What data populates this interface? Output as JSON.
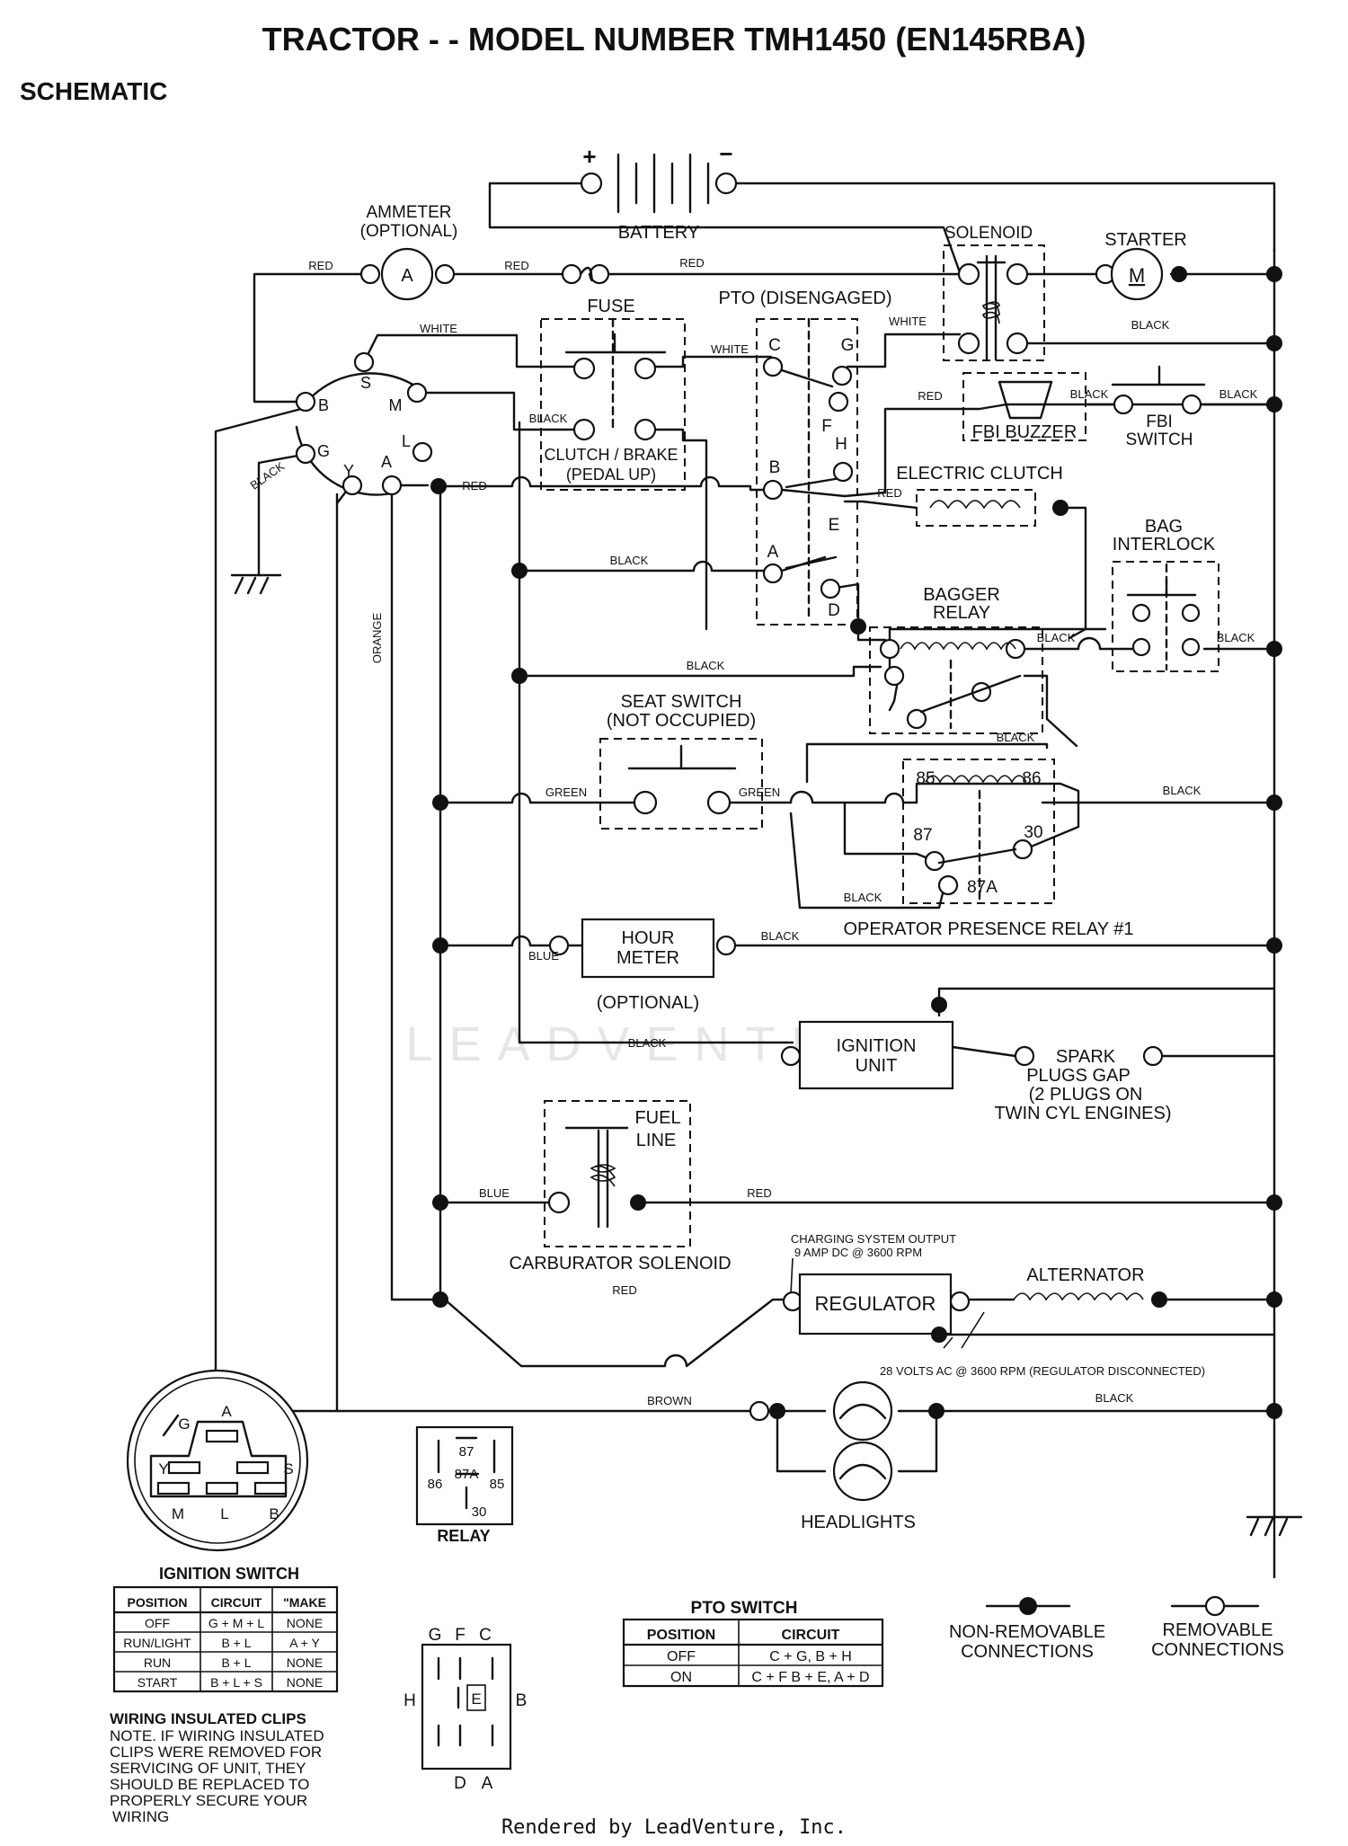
{
  "title": "TRACTOR - - MODEL NUMBER TMH1450 (EN145RBA)",
  "section": "SCHEMATIC",
  "footer": "Rendered by LeadVenture, Inc.",
  "watermark": "LEADVENTURE",
  "components": {
    "battery": "BATTERY",
    "battery_plus": "+",
    "battery_minus": "−",
    "ammeter": "AMMETER",
    "ammeter_optional": "(OPTIONAL)",
    "ammeter_symbol": "A",
    "solenoid": "SOLENOID",
    "starter": "STARTER",
    "starter_symbol": "M",
    "fuse": "FUSE",
    "pto": "PTO (DISENGAGED)",
    "clutch_brake": "CLUTCH / BRAKE",
    "pedal_up": "(PEDAL UP)",
    "fbi_buzzer": "FBI BUZZER",
    "fbi_switch_1": "FBI",
    "fbi_switch_2": "SWITCH",
    "electric_clutch": "ELECTRIC CLUTCH",
    "bag_interlock_1": "BAG",
    "bag_interlock_2": "INTERLOCK",
    "bagger_relay_1": "BAGGER",
    "bagger_relay_2": "RELAY",
    "seat_switch_1": "SEAT SWITCH",
    "seat_switch_2": "(NOT OCCUPIED)",
    "opr": "OPERATOR PRESENCE RELAY #1",
    "hour_meter_1": "HOUR",
    "hour_meter_2": "METER",
    "hour_meter_opt": "(OPTIONAL)",
    "ignition_unit_1": "IGNITION",
    "ignition_unit_2": "UNIT",
    "spark_1": "SPARK",
    "spark_2": "PLUGS GAP",
    "spark_3": "(2 PLUGS ON",
    "spark_4": "TWIN CYL  ENGINES)",
    "fuel_line_1": "FUEL",
    "fuel_line_2": "LINE",
    "carb_solenoid": "CARBURATOR SOLENOID",
    "charging_1": "CHARGING SYSTEM OUTPUT",
    "charging_2": "9 AMP DC @ 3600 RPM",
    "regulator": "REGULATOR",
    "alternator": "ALTERNATOR",
    "volts_ac": "28 VOLTS AC @ 3600 RPM (REGULATOR DISCONNECTED)",
    "headlights": "HEADLIGHTS",
    "relay": "RELAY",
    "ignition_switch": "IGNITION SWITCH",
    "pto_switch": "PTO SWITCH",
    "non_removable_1": "NON-REMOVABLE",
    "non_removable_2": "CONNECTIONS",
    "removable_1": "REMOVABLE",
    "removable_2": "CONNECTIONS"
  },
  "terminals": {
    "ign_S": "S",
    "ign_M": "M",
    "ign_B": "B",
    "ign_G": "G",
    "ign_Y": "Y",
    "ign_A": "A",
    "ign_L": "L",
    "pto_C": "C",
    "pto_G": "G",
    "pto_F": "F",
    "pto_H": "H",
    "pto_B": "B",
    "pto_E": "E",
    "pto_A": "A",
    "pto_D": "D",
    "r85": "85",
    "r86": "86",
    "r87": "87",
    "r30": "30",
    "r87A": "87A"
  },
  "wire_labels": {
    "red": "RED",
    "white": "WHITE",
    "black": "BLACK",
    "green": "GREEN",
    "blue": "BLUE",
    "orange": "ORANGE",
    "brown": "BROWN"
  },
  "ign_switch_face": {
    "A": "A",
    "G": "G",
    "Y": "Y",
    "S": "S",
    "M": "M",
    "L": "L",
    "B": "B"
  },
  "relay_face": {
    "t87": "87",
    "t87A": "87A",
    "t86": "86",
    "t85": "85",
    "t30": "30"
  },
  "pto_face": {
    "G": "G",
    "F": "F",
    "C": "C",
    "H": "H",
    "E": "E",
    "B": "B",
    "D": "D",
    "A": "A"
  },
  "ignition_table": {
    "headers": [
      "POSITION",
      "CIRCUIT",
      "\"MAKE"
    ],
    "rows": [
      [
        "OFF",
        "G + M + L",
        "NONE"
      ],
      [
        "RUN/LIGHT",
        "B + L",
        "A + Y"
      ],
      [
        "RUN",
        "B + L",
        "NONE"
      ],
      [
        "START",
        "B + L + S",
        "NONE"
      ]
    ]
  },
  "pto_table": {
    "headers": [
      "POSITION",
      "CIRCUIT"
    ],
    "rows": [
      [
        "OFF",
        "C + G, B + H"
      ],
      [
        "ON",
        "C + F  B + E, A + D"
      ]
    ]
  },
  "wiring_note": {
    "heading": "WIRING INSULATED CLIPS",
    "lines": [
      "NOTE. IF WIRING INSULATED",
      "CLIPS WERE REMOVED FOR",
      "SERVICING OF UNIT, THEY",
      "SHOULD BE REPLACED TO",
      "PROPERLY SECURE YOUR",
      "WIRING"
    ]
  }
}
